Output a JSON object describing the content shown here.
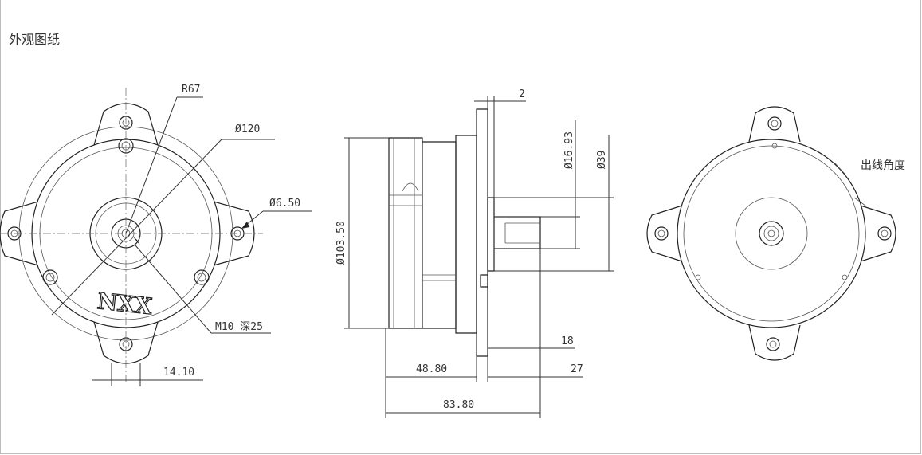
{
  "page": {
    "title": "外观图纸"
  },
  "drawing": {
    "front_view": {
      "dim_r67": "R67",
      "dim_dia120": "Ø120",
      "dim_dia650": "Ø6.50",
      "dim_m10": "M10 深25",
      "dim_1410": "14.10",
      "logo_text": "NXX"
    },
    "side_view": {
      "dim_2": "2",
      "dim_dia1693": "Ø16.93",
      "dim_dia39": "Ø39",
      "dim_dia10350": "Ø103.50",
      "dim_18": "18",
      "dim_4880": "48.80",
      "dim_27": "27",
      "dim_8380": "83.80"
    },
    "rear_view": {
      "label_wire_angle": "出线角度"
    }
  }
}
